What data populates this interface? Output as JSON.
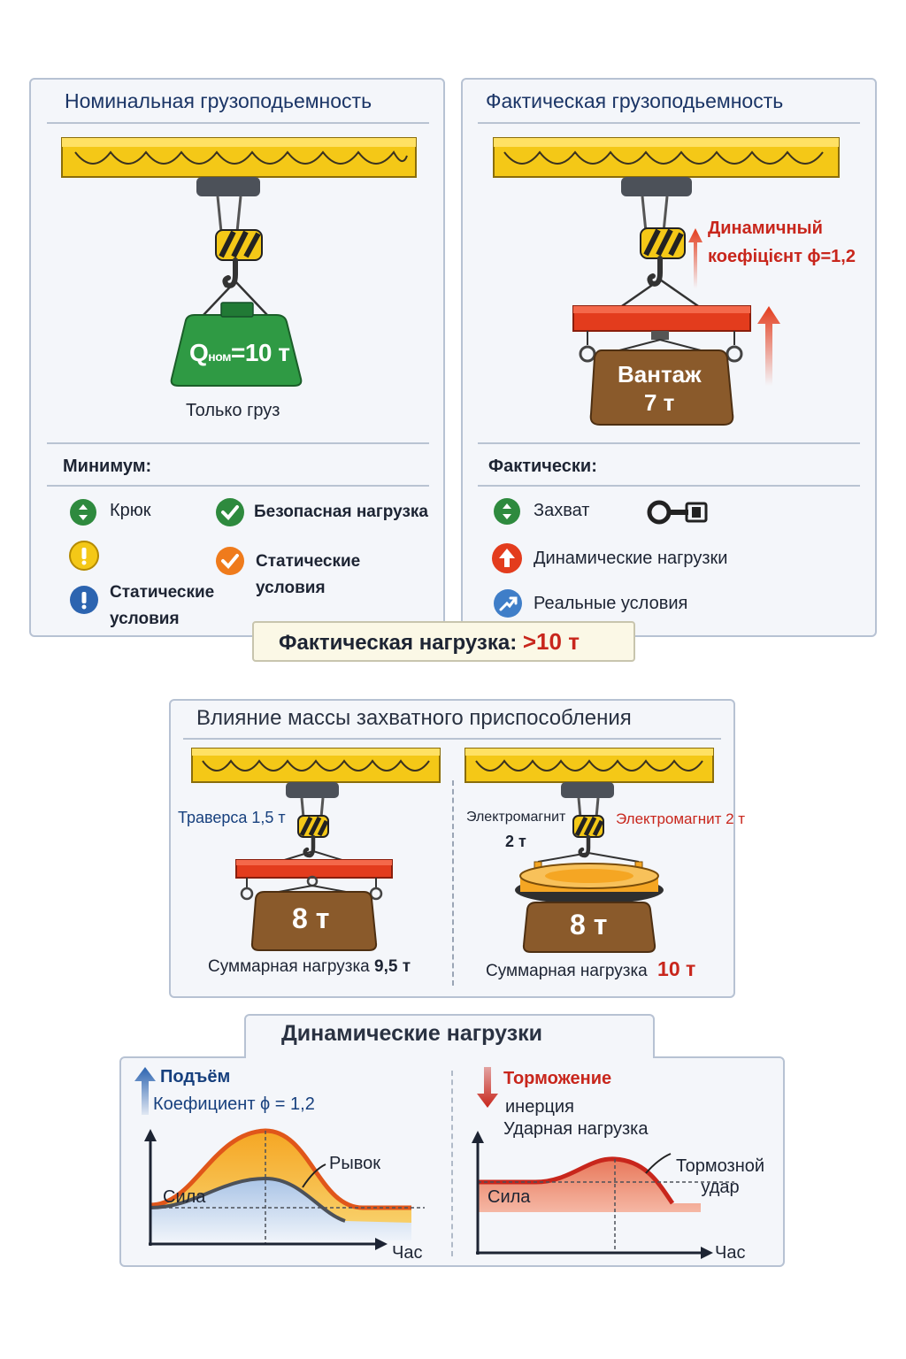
{
  "nominal": {
    "title": "Номинальная грузоподьемность",
    "load_label": "Q",
    "load_sub": "ном",
    "load_value": "=10 т",
    "caption": "Только груз",
    "section_title": "Минимум:",
    "items": [
      "Крюк",
      "Безопасная нагрузка",
      "Статические условия",
      "Статические условия"
    ]
  },
  "actual": {
    "title": "Фактическая грузоподьемность",
    "dynamic_label": "Динамичный коефіцієнт ϕ=1,2",
    "load_name": "Вантаж",
    "load_value": "7 т",
    "section_title": "Фактически:",
    "items": [
      "Захват",
      "Динамические нагрузки",
      "Реальные условия"
    ]
  },
  "callout": {
    "label": "Фактическая нагрузка:",
    "value": ">10 т"
  },
  "gripping": {
    "title": "Влияние массы захватного приспособления",
    "left": {
      "device_label": "Траверса 1,5 т",
      "load_value": "8 т",
      "sum_label": "Суммарная нагрузка",
      "sum_value": "9,5 т"
    },
    "right": {
      "device_label_1": "Электромагнит",
      "device_label_2": "2 т",
      "device_label_red": "Электромагнит 2 т",
      "load_value": "8 т",
      "sum_label": "Суммарная нагрузка",
      "sum_value": "10 т"
    }
  },
  "dynamic": {
    "title": "Динамические нагрузки",
    "lift": {
      "heading": "Подъём",
      "coef": "Коефициент ϕ = 1,2",
      "peak_label": "Рывок",
      "y_label": "Сила",
      "x_label": "Час"
    },
    "brake": {
      "heading": "Торможение",
      "line1": "инерция",
      "line2": "Ударная нагрузка",
      "peak_label": "Тормозной удар",
      "y_label": "Сила",
      "x_label": "Час"
    }
  },
  "colors": {
    "beam": "#f4c817",
    "traverse": "#e33c1d",
    "load_brown": "#8a5a2b",
    "load_green": "#2f9a44",
    "magnet": "#f5a623",
    "accent_red": "#c8261c",
    "accent_blue": "#17407e"
  },
  "icons": {
    "nominal": [
      "arrow-updown-icon",
      "check-icon",
      "exclamation-icon",
      "check-icon",
      "exclamation-icon"
    ],
    "actual": [
      "arrow-updown-icon",
      "hook-grab-icon",
      "arrow-up-icon",
      "arrow-diagonal-icon"
    ]
  }
}
